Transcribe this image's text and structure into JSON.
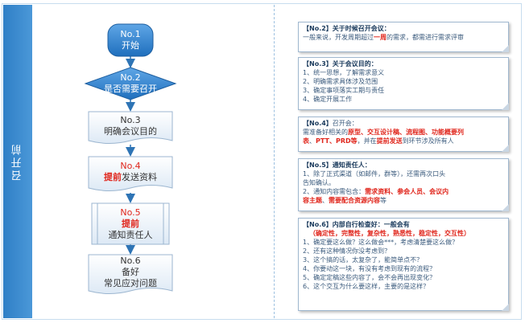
{
  "sidebar": {
    "label": "召开前"
  },
  "flow": {
    "step1": {
      "no": "No.1",
      "text": "开始"
    },
    "step2": {
      "no": "No.2",
      "text": "是否需要召开"
    },
    "step3": {
      "no": "No.3",
      "text": "明确会议目的"
    },
    "step4": {
      "no": "No.4",
      "highlight": "提前",
      "text": "发送资料"
    },
    "step5": {
      "no": "No.5",
      "highlight": "提前",
      "text": "通知责任人"
    },
    "step6": {
      "no": "No.6",
      "text1": "备好",
      "text2": "常见应对问题"
    }
  },
  "notes": {
    "note2": {
      "title": "【No.2】关于时候召开会议：",
      "l1a": "一般来说，开发周期超过",
      "l1b": "一周",
      "l1c": "的需求，都需进行需求评审"
    },
    "note3": {
      "title": "【No.3】关于会议目的：",
      "items": [
        "1、统一思想，了解需求意义",
        "2、明确需求具体涉及范围",
        "3、确定事项落实工期与责任",
        "4、确定开展工作"
      ]
    },
    "note4": {
      "title_code": "【No.4】",
      "title_rest": "召开会：",
      "l1a": "需准备好相关的",
      "l1b": "原型、交互设计稿、流程图、功能概要列",
      "l2a": "表",
      "l2b": "、",
      "l2c": "PTT、PRD等",
      "l2d": "，并在",
      "l2e": "提前发送",
      "l2f": "到环节涉及所有人"
    },
    "note5": {
      "title": "【No.5】通知责任人：",
      "l1": "1、除了正式渠道（如邮件，群等），还需再次口头",
      "l2": "告知确认。",
      "l3a": "2、通知内容需包含：",
      "l3b": "需求资料、参会人员、会议内",
      "l4a": "容主题",
      "l4b": "、",
      "l4c": "需要配合资源内容",
      "l4d": "等"
    },
    "note6": {
      "title": "【No.6】内部自行检查好：一般会有",
      "emphasis": "（确定性，完整性，复杂性，熟悉性，稳定性，交互性）",
      "items": [
        "1、确定要这么做？这么做会***，考虑清楚要这么做？",
        "2、还有这种情况你没考虑到？",
        "3、这个搞的话，太复杂了，能简单点不？",
        "4、你要动这一块，有没有考虑到现有的流程？",
        "5、确定定稿这些内容了，会不会再出现变化？",
        "6、这个交互为什么要这样，主要的是这样？"
      ]
    }
  }
}
